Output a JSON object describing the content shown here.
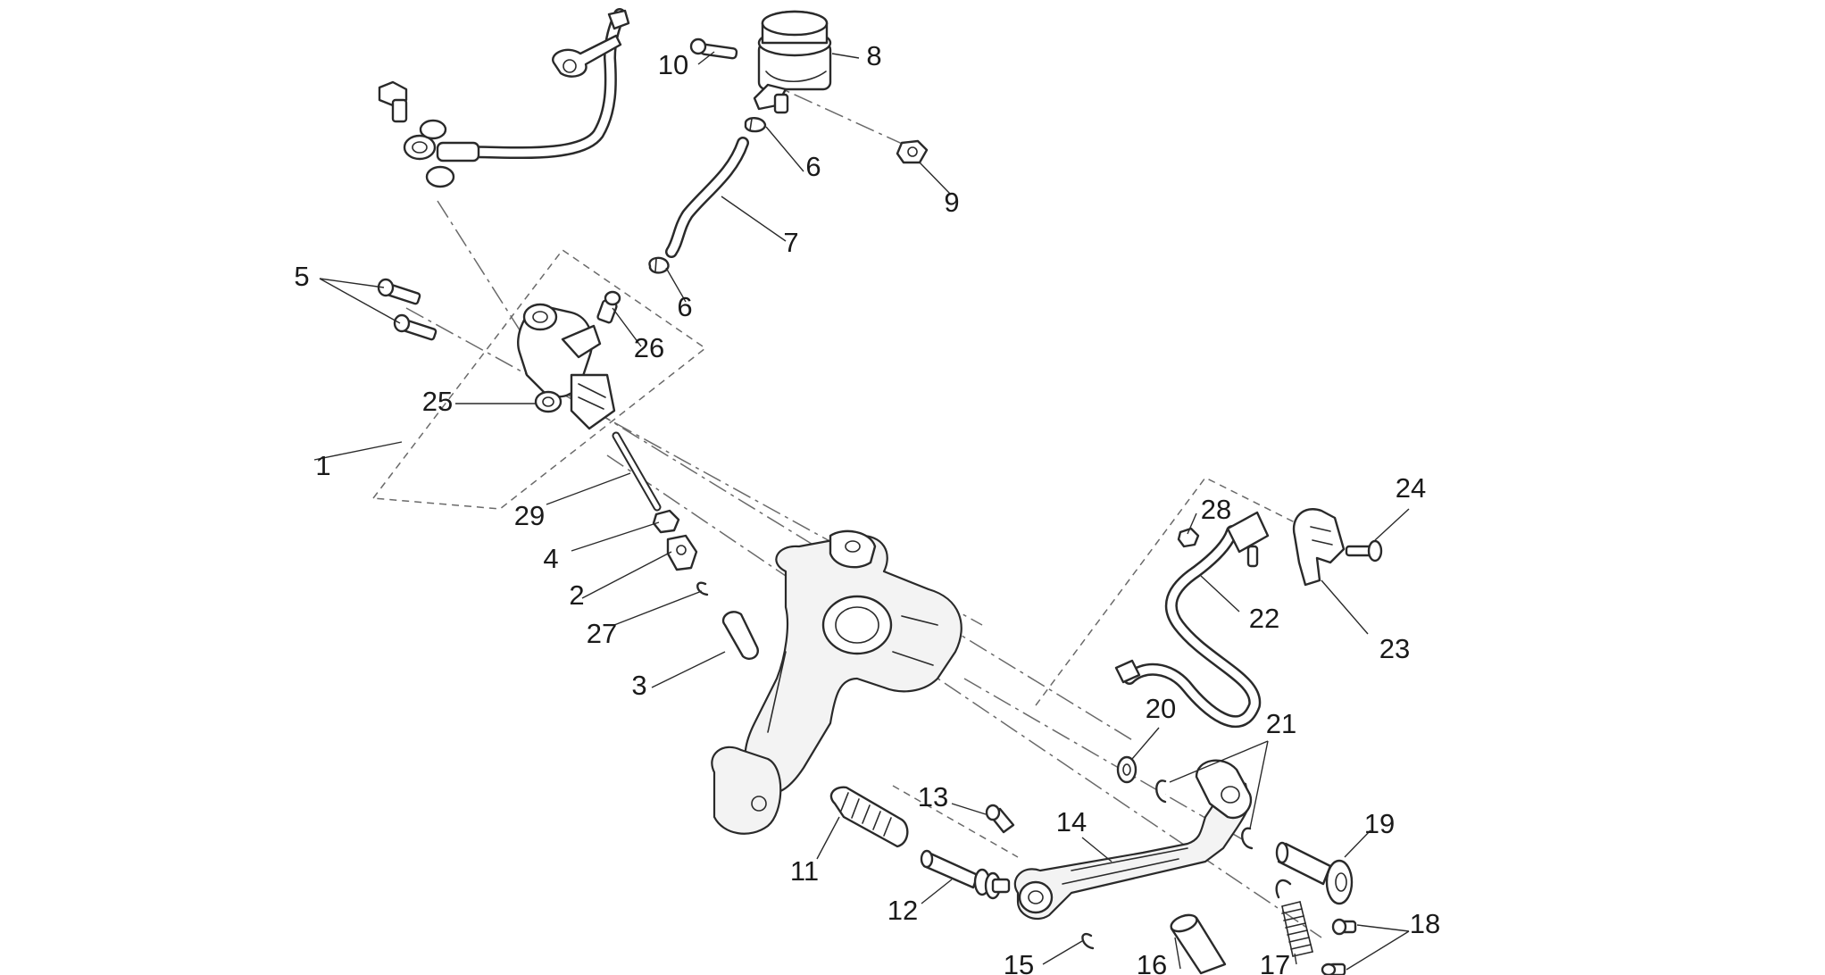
{
  "diagram": {
    "type": "exploded-parts-view",
    "callouts": [
      {
        "id": "c1",
        "text": "1"
      },
      {
        "id": "c2",
        "text": "2"
      },
      {
        "id": "c3",
        "text": "3"
      },
      {
        "id": "c4",
        "text": "4"
      },
      {
        "id": "c5",
        "text": "5"
      },
      {
        "id": "c6a",
        "text": "6"
      },
      {
        "id": "c6b",
        "text": "6"
      },
      {
        "id": "c7",
        "text": "7"
      },
      {
        "id": "c8",
        "text": "8"
      },
      {
        "id": "c9",
        "text": "9"
      },
      {
        "id": "c10",
        "text": "10"
      },
      {
        "id": "c11",
        "text": "11"
      },
      {
        "id": "c12",
        "text": "12"
      },
      {
        "id": "c13",
        "text": "13"
      },
      {
        "id": "c14",
        "text": "14"
      },
      {
        "id": "c15",
        "text": "15"
      },
      {
        "id": "c16",
        "text": "16"
      },
      {
        "id": "c17",
        "text": "17"
      },
      {
        "id": "c18",
        "text": "18"
      },
      {
        "id": "c19",
        "text": "19"
      },
      {
        "id": "c20",
        "text": "20"
      },
      {
        "id": "c21",
        "text": "21"
      },
      {
        "id": "c22",
        "text": "22"
      },
      {
        "id": "c23",
        "text": "23"
      },
      {
        "id": "c24",
        "text": "24"
      },
      {
        "id": "c25",
        "text": "25"
      },
      {
        "id": "c26",
        "text": "26"
      },
      {
        "id": "c27",
        "text": "27"
      },
      {
        "id": "c28",
        "text": "28"
      },
      {
        "id": "c29",
        "text": "29"
      }
    ],
    "colors": {
      "line": "#2a2a2a",
      "construction_line": "#6a6a6a",
      "background": "#ffffff"
    }
  }
}
